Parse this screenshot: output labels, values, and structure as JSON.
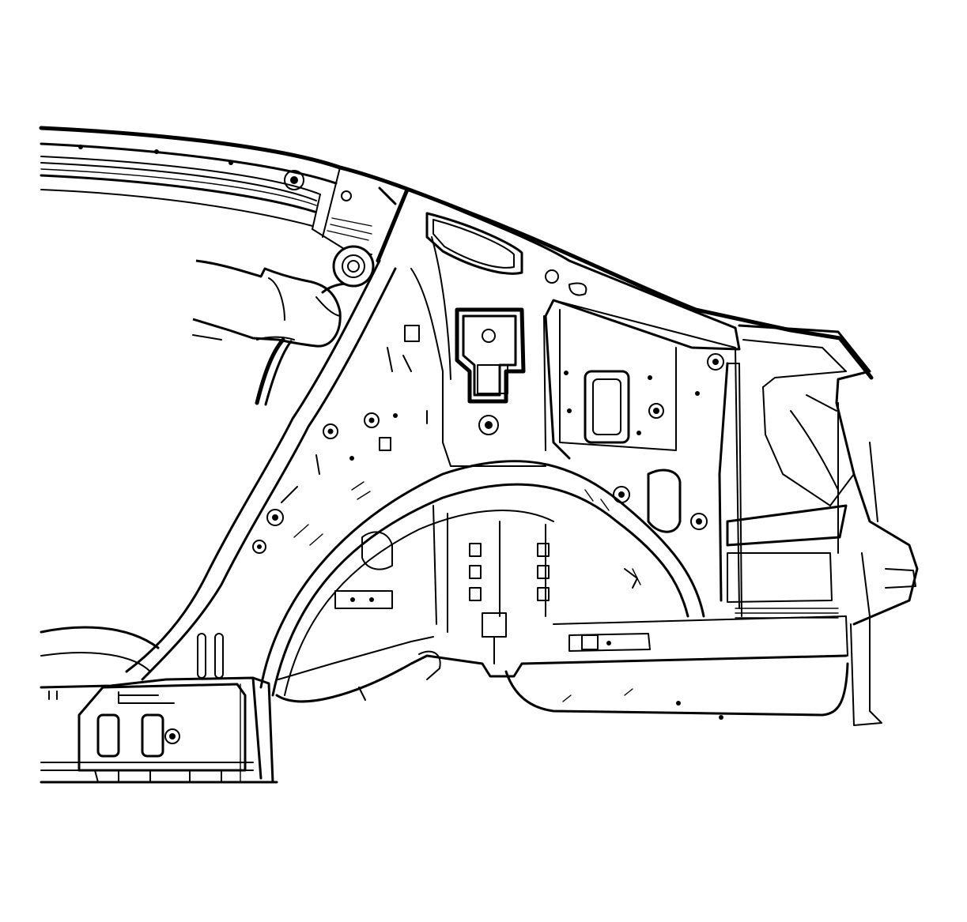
{
  "illustration": {
    "kind": "line-art",
    "colors": {
      "stroke": "#000000",
      "background": "#ffffff"
    },
    "parts": [
      "roof-rail",
      "c-pillar",
      "quarter-inner-panel",
      "rear-wheelhouse",
      "rocker-section",
      "rear-body-end",
      "hand-with-grinder"
    ]
  }
}
